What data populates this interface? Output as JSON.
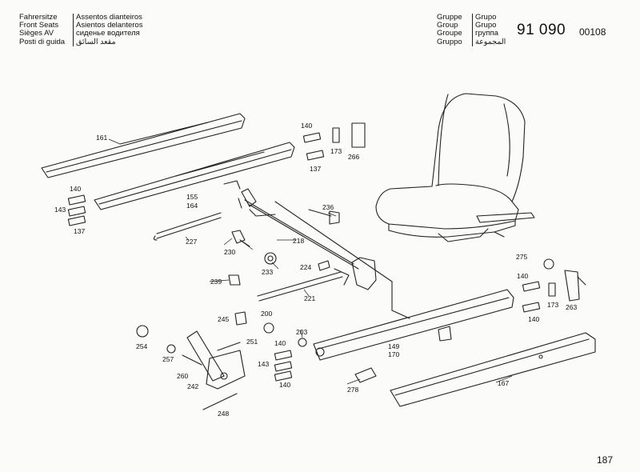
{
  "header": {
    "left_de": [
      "Fahrersitze",
      "Front Seats",
      "Sièges AV",
      "Posti di guida"
    ],
    "left_pt": [
      "Assentos dianteiros",
      "Asientos delanteros",
      "сиденье водителя",
      "مقعد السائق"
    ],
    "right_labels_1": [
      "Gruppe",
      "Group",
      "Groupe",
      "Gruppo"
    ],
    "right_labels_2": [
      "Grupo",
      "Grupo",
      "группа",
      "المجموعة"
    ],
    "group_number": "91 090",
    "group_code": "00108"
  },
  "page_number": "187",
  "callouts": {
    "c161": "161",
    "c140a": "140",
    "c173a": "173",
    "c266": "266",
    "c137a": "137",
    "c140b": "140",
    "c143a": "143",
    "c137b": "137",
    "c155": "155",
    "c164": "164",
    "c236": "236",
    "c227": "227",
    "c218": "218",
    "c230": "230",
    "c233": "233",
    "c224": "224",
    "c239": "239",
    "c221": "221",
    "c275": "275",
    "c140c": "140",
    "c173b": "173",
    "c263": "263",
    "c140d": "140",
    "c245": "245",
    "c200": "200",
    "c251": "251",
    "c254": "254",
    "c203": "203",
    "c140e": "140",
    "c149": "149",
    "c170": "170",
    "c257": "257",
    "c143b": "143",
    "c260": "260",
    "c242": "242",
    "c140f": "140",
    "c278": "278",
    "c167": "167",
    "c248": "248"
  }
}
